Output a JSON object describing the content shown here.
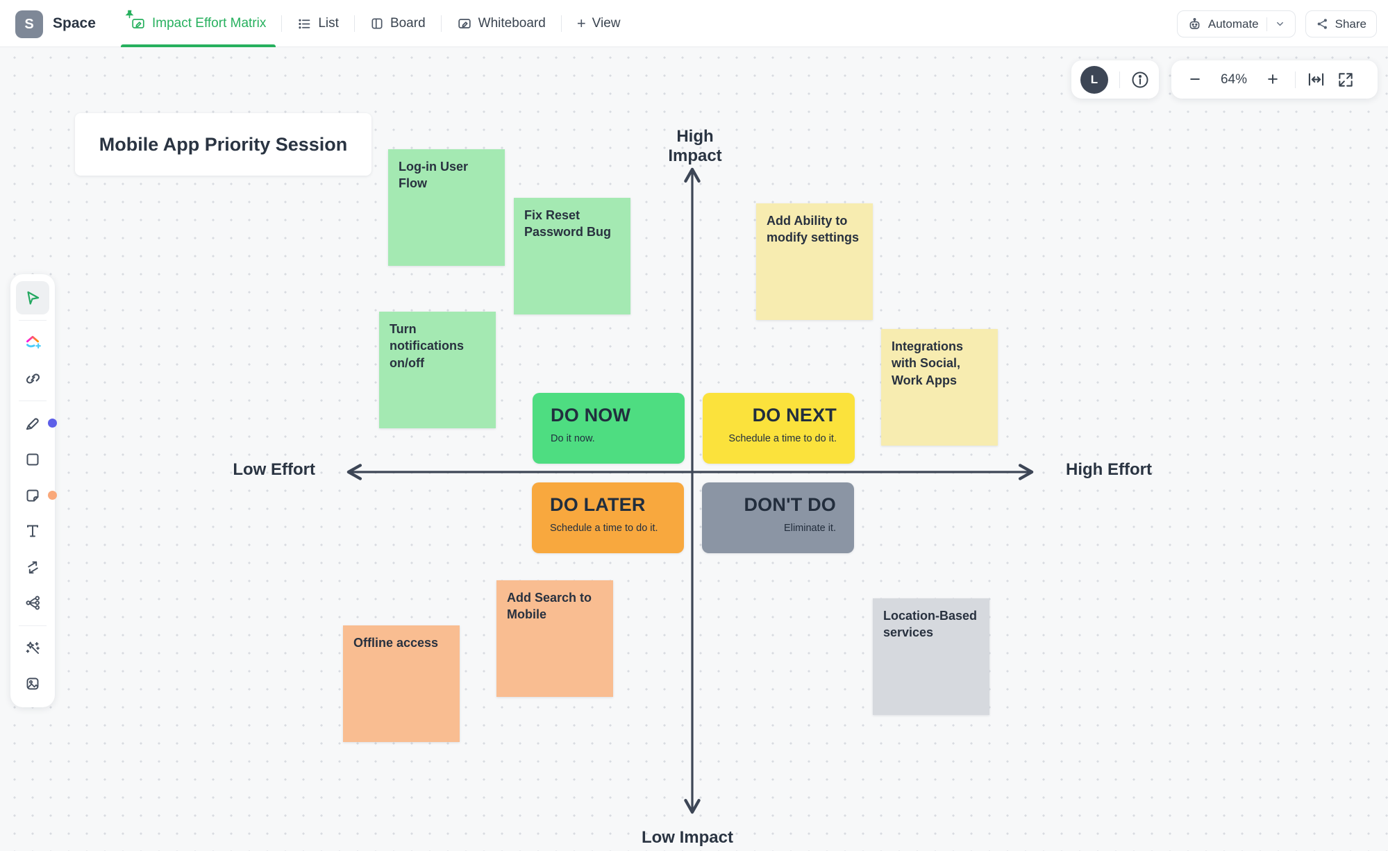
{
  "topbar": {
    "space_initial": "S",
    "space_label": "Space",
    "tabs": [
      {
        "label": "Impact Effort Matrix",
        "active": true
      },
      {
        "label": "List",
        "active": false
      },
      {
        "label": "Board",
        "active": false
      },
      {
        "label": "Whiteboard",
        "active": false
      }
    ],
    "view_plus": "+",
    "view_label": "View",
    "automate_label": "Automate",
    "share_label": "Share"
  },
  "canvas_controls": {
    "avatar_initial": "L",
    "zoom_out": "−",
    "zoom_level": "64%",
    "zoom_in": "+"
  },
  "board": {
    "title": "Mobile App Priority Session",
    "axis": {
      "top": "High Impact",
      "bottom": "Low Impact",
      "left": "Low Effort",
      "right": "High Effort"
    },
    "quadrants": [
      {
        "title": "DO NOW",
        "subtitle": "Do it now."
      },
      {
        "title": "DO NEXT",
        "subtitle": "Schedule a time to do it."
      },
      {
        "title": "DO LATER",
        "subtitle": "Schedule a time to do it."
      },
      {
        "title": "DON'T DO",
        "subtitle": "Eliminate it."
      }
    ],
    "notes": [
      {
        "text": "Log-in User Flow",
        "color": "#a4e9b2"
      },
      {
        "text": "Fix Reset Password Bug",
        "color": "#a4e9b2"
      },
      {
        "text": "Turn notifications on/off",
        "color": "#a4e9b2"
      },
      {
        "text": "Add Ability to modify settings",
        "color": "#f7ecb0"
      },
      {
        "text": "Integrations with Social, Work Apps",
        "color": "#f7ecb0"
      },
      {
        "text": "Offline access",
        "color": "#f9bd91"
      },
      {
        "text": "Add Search to Mobile",
        "color": "#f9bd91"
      },
      {
        "text": "Location-Based services",
        "color": "#d6d9de"
      }
    ],
    "colors": {
      "accent_green": "#27b05e",
      "quad_do_now": "#4edd81",
      "quad_do_next": "#fbe23c",
      "quad_do_later": "#f8a83e",
      "quad_dont_do": "#8b95a4",
      "axis": "#3d4656",
      "canvas_bg": "#f7f8f9"
    }
  }
}
